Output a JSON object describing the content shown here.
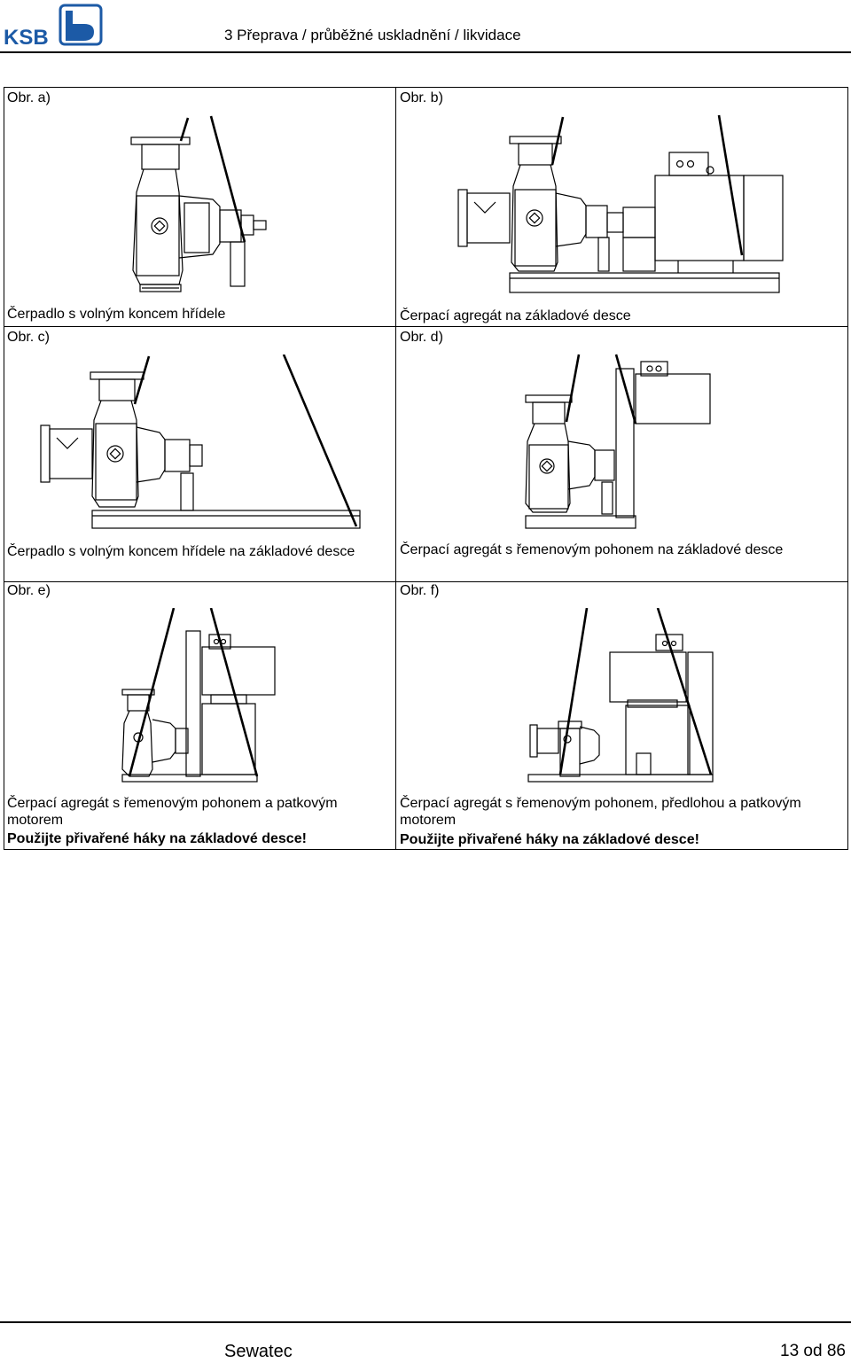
{
  "header": {
    "logo_text": "KSB",
    "title": "3 Přeprava / průběžné uskladnění / likvidace"
  },
  "figures": [
    {
      "label": "Obr. a)",
      "caption": "Čerpadlo s volným koncem hřídele",
      "warning": ""
    },
    {
      "label": "Obr. b)",
      "caption": "Čerpací agregát na základové desce",
      "warning": ""
    },
    {
      "label": "Obr. c)",
      "caption": "Čerpadlo s volným koncem hřídele na základové desce",
      "warning": ""
    },
    {
      "label": "Obr. d)",
      "caption": "Čerpací agregát s řemenovým pohonem na základové desce",
      "warning": ""
    },
    {
      "label": "Obr. e)",
      "caption": "Čerpací agregát s řemenovým pohonem a patkovým motorem",
      "warning": "Použijte přivařené háky na základové desce!"
    },
    {
      "label": "Obr. f)",
      "caption": "Čerpací agregát s řemenovým pohonem, předlohou a patkovým motorem",
      "warning": "Použijte přivařené háky na základové desce!"
    }
  ],
  "footer": {
    "brand": "Sewatec",
    "page": "13 od 86"
  }
}
